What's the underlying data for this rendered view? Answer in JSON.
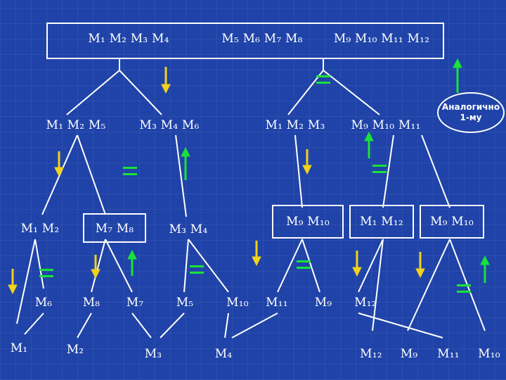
{
  "top_box": {
    "groups": [
      "M₁ M₂ M₃ M₄",
      "M₅ M₆ M₇ M₈",
      "M₉ M₁₀ M₁₁ M₁₂"
    ]
  },
  "level1": {
    "left": [
      "M₁ M₂ M₅",
      "M₃ M₄ M₆"
    ],
    "right": [
      "M₁ M₂ M₃",
      "M₉ M₁₀ M₁₁"
    ]
  },
  "note": "Аналогично\n1-му",
  "level2": {
    "a": "M₁ M₂",
    "b": "M₇ M₈",
    "c": "M₃ M₄",
    "d": "M₉ M₁₀",
    "e": "M₁ M₁₂",
    "f": "M₉ M₁₀"
  },
  "level3": [
    "M₆",
    "M₈",
    "M₇",
    "M₅",
    "M₁₀",
    "M₁₁",
    "M₉",
    "M₁₂"
  ],
  "level4": [
    "M₁",
    "M₂",
    "M₃",
    "M₄",
    "M₁₂",
    "M₉",
    "M₁₁",
    "M₁₀"
  ],
  "colors": {
    "background": "#1f43a8",
    "down_arrow": "#f2d21b",
    "up_arrow": "#19e23a",
    "equals": "#19e23a",
    "lines": "#ffffff"
  },
  "icons": {
    "down_arrow": "yellow-down-arrow-icon",
    "up_arrow": "green-up-arrow-icon",
    "equals": "green-equals-icon"
  }
}
